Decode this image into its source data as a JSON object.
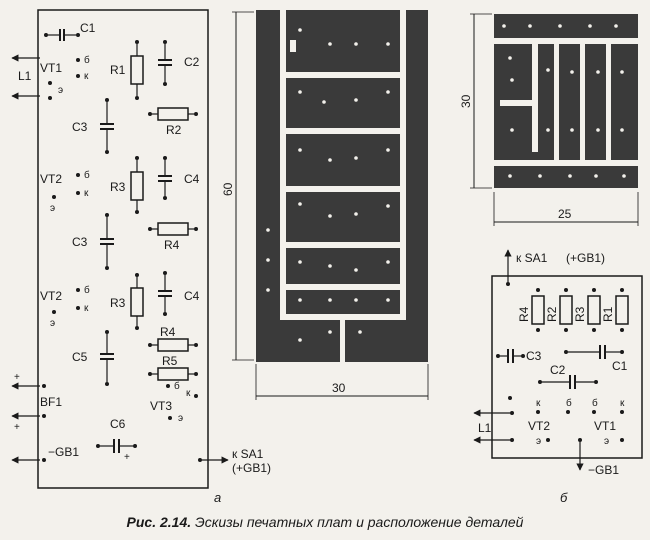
{
  "figure": {
    "caption_prefix": "Рис. 2.14.",
    "caption_text": " Эскизы печатных плат и расположение деталей",
    "sub_a": "а",
    "sub_b": "б"
  },
  "panel_a": {
    "labels": {
      "c1": "C1",
      "vt1": "VT1",
      "l1": "L1",
      "r1": "R1",
      "c2": "C2",
      "c3a": "C3",
      "r2": "R2",
      "vt2a": "VT2",
      "r3a": "R3",
      "c4a": "C4",
      "c3b": "C3",
      "r4a": "R4",
      "vt2b": "VT2",
      "r3b": "R3",
      "c4b": "C4",
      "r4b": "R4",
      "c5": "C5",
      "r5": "R5",
      "bf1": "BF1",
      "vt3": "VT3",
      "c6": "C6",
      "gb1": "−GB1",
      "sa1_a": "к SA1",
      "sa1_b": "(+GB1)",
      "b": "б",
      "k": "к",
      "e": "э",
      "plus": "+"
    },
    "pcb_dims": {
      "height": "60",
      "width": "30"
    }
  },
  "panel_b": {
    "pcb_dims": {
      "height": "30",
      "width": "25"
    },
    "labels": {
      "sa1": "к SA1",
      "gb1p": "(+GB1)",
      "r4": "R4",
      "r2": "R2",
      "r3": "R3",
      "r1": "R1",
      "c3": "C3",
      "c1": "C1",
      "c2": "C2",
      "l1": "L1",
      "vt2": "VT2",
      "vt1": "VT1",
      "gb1m": "−GB1",
      "k": "к",
      "b": "б",
      "e": "э"
    }
  }
}
